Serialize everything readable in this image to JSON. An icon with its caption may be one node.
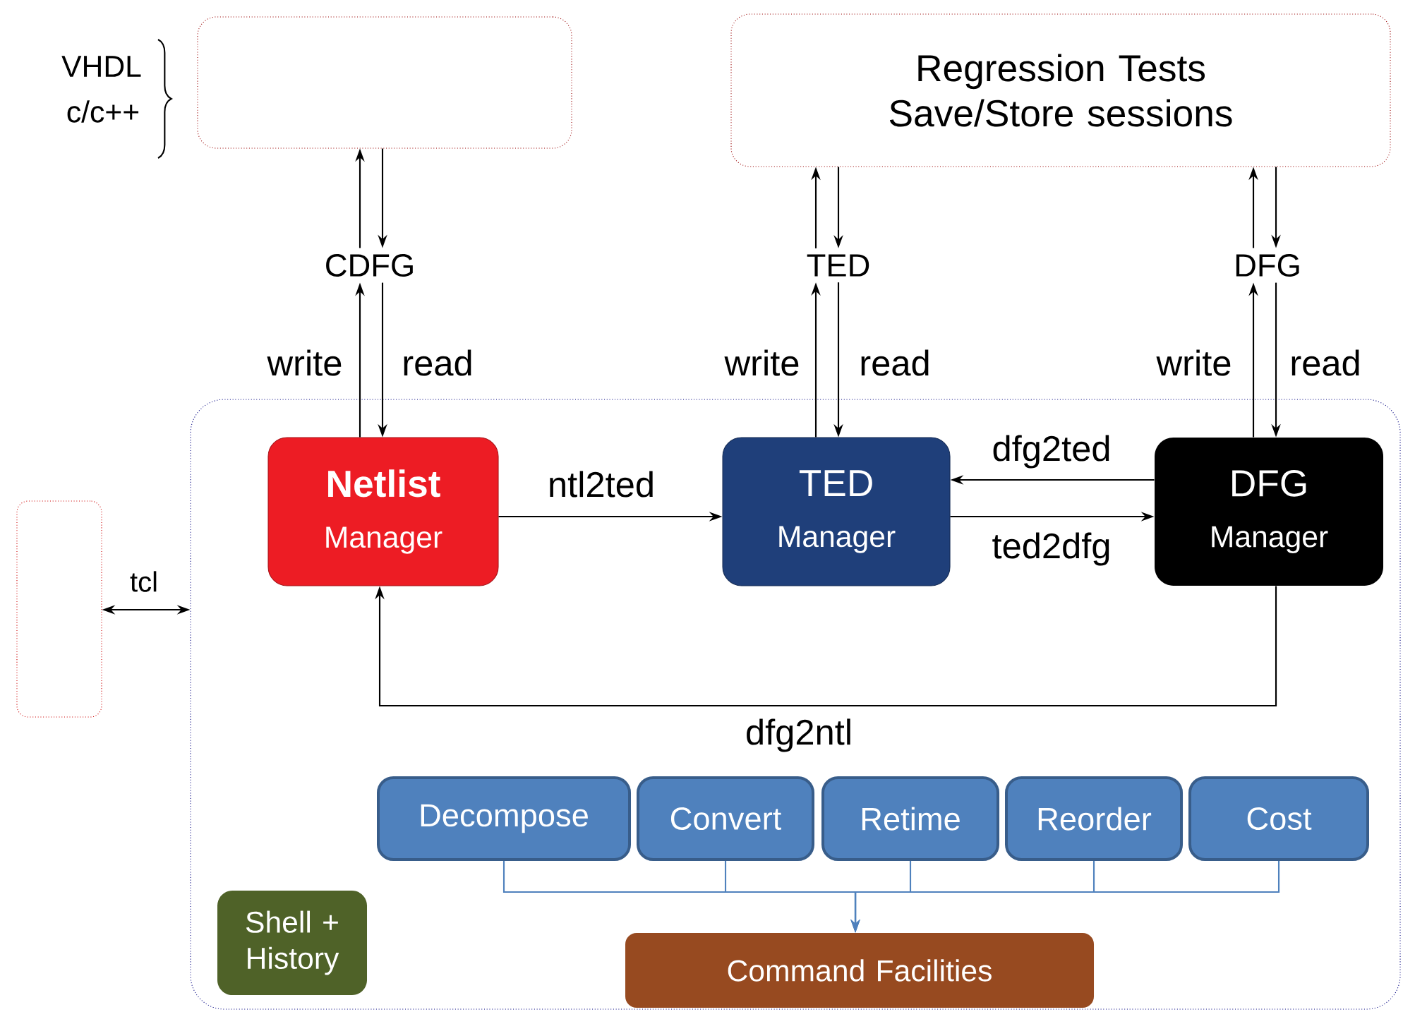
{
  "diagram": {
    "nodes": [
      {
        "text": [],
        "shape": "box"
      },
      {
        "text": [
          "Regression Tests Save/Store sessions"
        ]
      },
      {
        "text": [
          "CDFG"
        ]
      },
      {
        "text": [
          "TED"
        ]
      },
      {
        "text": [
          "DFG"
        ]
      },
      {
        "text": [],
        "shape": "box"
      },
      {
        "text": [],
        "shape": "box"
      },
      {
        "text": [
          "Netlist",
          "Manager"
        ],
        "in": 6
      },
      {
        "text": [
          "TED",
          "Manager"
        ],
        "in": 6
      },
      {
        "text": [
          "DFG",
          "Manager"
        ],
        "in": 6
      },
      {
        "text": [
          "Decompose"
        ],
        "in": 6
      },
      {
        "text": [
          "Convert"
        ],
        "in": 6
      },
      {
        "text": [
          "Retime"
        ],
        "in": 6
      },
      {
        "text": [
          "Reorder"
        ],
        "in": 6
      },
      {
        "text": [
          "Cost"
        ],
        "in": 6
      },
      {
        "text": [
          "Command Facilities"
        ],
        "in": 6
      },
      {
        "text": [
          "Shell + History"
        ],
        "in": 6
      }
    ],
    "edges": [
      {
        "from": 2,
        "to": 0,
        "arrow": "to"
      },
      {
        "from": 0,
        "to": 2,
        "arrow": "to"
      },
      {
        "from": 7,
        "to": 2,
        "arrow": "to",
        "label": "write"
      },
      {
        "from": 2,
        "to": 7,
        "arrow": "to",
        "label": "read"
      },
      {
        "from": 3,
        "to": 1,
        "arrow": "to"
      },
      {
        "from": 1,
        "to": 3,
        "arrow": "to"
      },
      {
        "from": 8,
        "to": 3,
        "arrow": "to",
        "label": "write"
      },
      {
        "from": 3,
        "to": 8,
        "arrow": "to",
        "label": "read"
      },
      {
        "from": 4,
        "to": 1,
        "arrow": "to"
      },
      {
        "from": 1,
        "to": 4,
        "arrow": "to"
      },
      {
        "from": 9,
        "to": 4,
        "arrow": "to",
        "label": "write"
      },
      {
        "from": 4,
        "to": 9,
        "arrow": "to",
        "label": "read"
      },
      {
        "from": 7,
        "to": 8,
        "arrow": "to",
        "label": "ntl2ted"
      },
      {
        "from": 9,
        "to": 8,
        "arrow": "to",
        "label": "dfg2ted"
      },
      {
        "from": 8,
        "to": 9,
        "arrow": "to",
        "label": "ted2dfg"
      },
      {
        "from": 9,
        "to": 7,
        "arrow": "to",
        "label": "dfg2ntl"
      },
      {
        "from": 5,
        "to": 6,
        "arrow": "both",
        "label": "tcl"
      },
      {
        "from": 10,
        "to": 15,
        "arrow": "to",
        "color": "#4f81bd"
      },
      {
        "from": 11,
        "to": 15,
        "arrow": "to",
        "color": "#4f81bd"
      },
      {
        "from": 12,
        "to": 15,
        "arrow": "to",
        "color": "#4f81bd"
      },
      {
        "from": 13,
        "to": 15,
        "arrow": "to",
        "color": "#4f81bd"
      },
      {
        "from": 14,
        "to": 15,
        "arrow": "to",
        "color": "#4f81bd"
      }
    ],
    "labels": [
      "VHDL",
      "c/c++"
    ]
  }
}
